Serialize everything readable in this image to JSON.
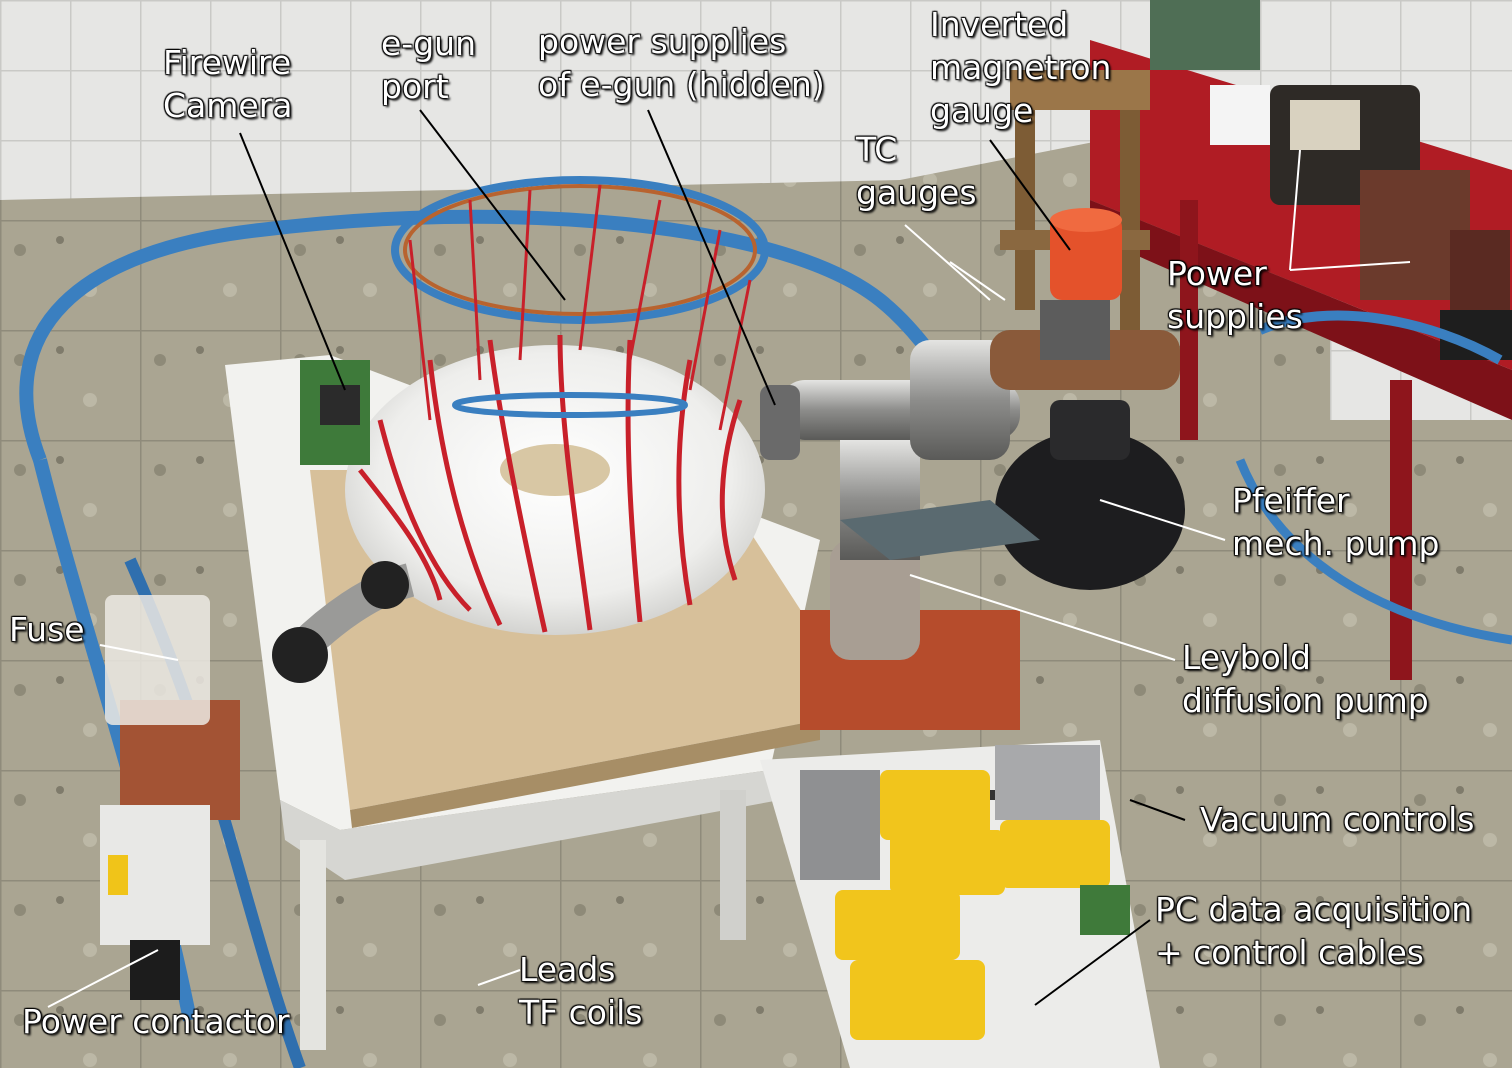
{
  "labels": {
    "firewire_camera": [
      "Firewire",
      "Camera"
    ],
    "egun_port": [
      "e-gun",
      "port"
    ],
    "power_supplies_egun": [
      "power supplies",
      "of e-gun (hidden)"
    ],
    "inverted_magnetron_gauge": [
      "Inverted",
      "magnetron",
      "gauge"
    ],
    "tc_gauges": [
      "TC",
      "gauges"
    ],
    "power_supplies": [
      "Power",
      "supplies"
    ],
    "pfeiffer_pump": [
      "Pfeiffer",
      "mech. pump"
    ],
    "leybold_pump": [
      "Leybold",
      "diffusion pump"
    ],
    "vacuum_controls": [
      "Vacuum controls"
    ],
    "pc_data_acquisition": [
      "PC data acquisition",
      "+ control cables"
    ],
    "leads_tf_coils": [
      "Leads",
      "TF coils"
    ],
    "fuse": [
      "Fuse"
    ],
    "power_contactor": [
      "Power contactor"
    ]
  },
  "colors": {
    "label_text": "#ffffff",
    "callout_line_dark": "#000000",
    "callout_line_light": "#ffffff",
    "tiles_wall": "#e4e4e2",
    "floor": "#a9a493",
    "torus": "#f4f4f2",
    "coil_red": "#c8202a",
    "cable_blue": "#3a7fc0",
    "table_red": "#b01c24",
    "board_wood": "#d7c09a",
    "multimeter_yellow": "#f1c51c"
  }
}
